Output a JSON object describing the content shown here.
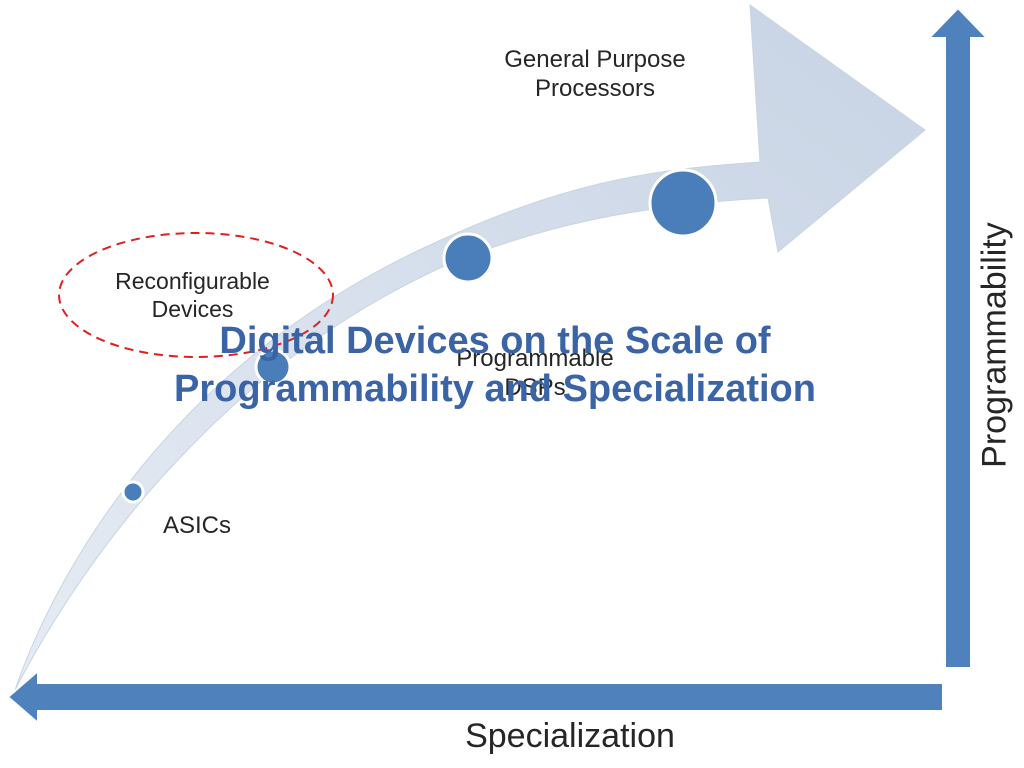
{
  "title": {
    "line1": "Digital Devices on the Scale of",
    "line2": "Programmability and Specialization"
  },
  "axes": {
    "vertical_label": "Programmability",
    "horizontal_label": "Specialization"
  },
  "devices": {
    "general_purpose": {
      "line1": "General Purpose",
      "line2": "Processors"
    },
    "reconfigurable": {
      "line1": "Reconfigurable",
      "line2": "Devices",
      "highlighted": true
    },
    "programmable_dsps": {
      "line1": "Programmable",
      "line2": "DSPs"
    },
    "asics": {
      "label": "ASICs"
    }
  },
  "colors": {
    "axis_blue": "#4f81bd",
    "sweep_arrow": "#ccd7e6",
    "marker_blue": "#4a7ebb",
    "highlight_red": "#e02020",
    "title_blue": "#3a64a6",
    "label_text": "#262626"
  }
}
